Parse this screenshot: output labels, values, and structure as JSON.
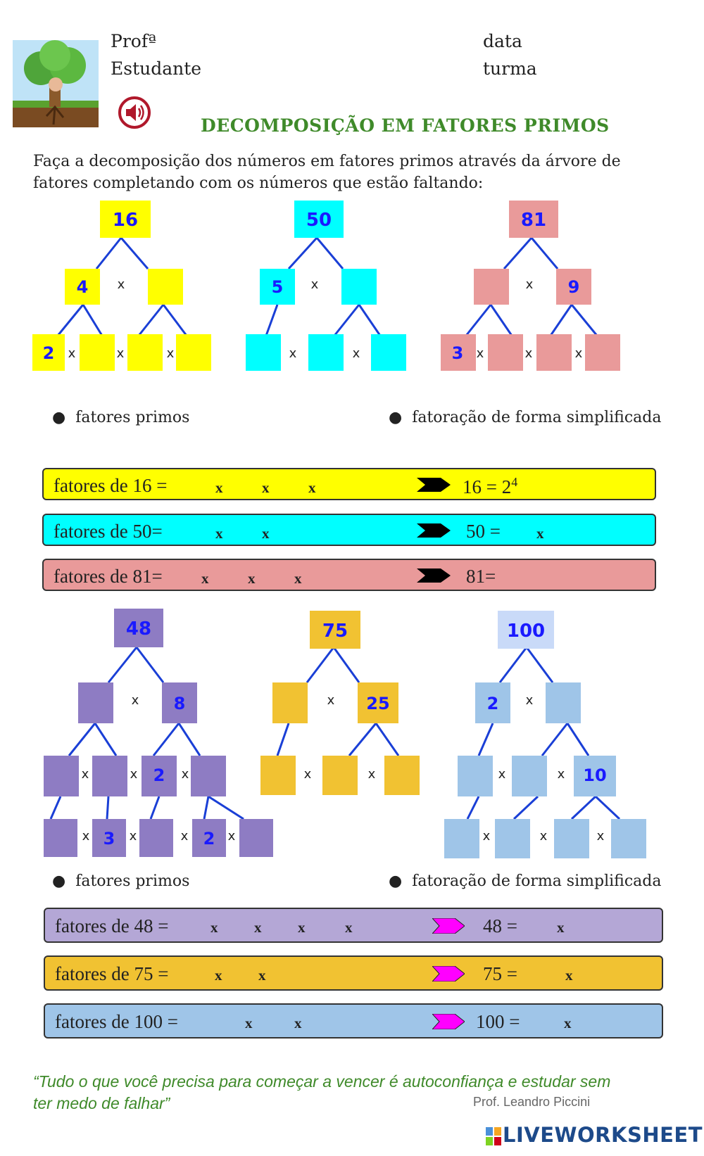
{
  "header": {
    "teacher_label": "Profª",
    "student_label": "Estudante",
    "date_label": "data",
    "class_label": "turma",
    "title": "DECOMPOSIÇÃO EM FATORES PRIMOS",
    "speaker_icon": "speaker-icon",
    "logo_icon": "tree-avatar-icon"
  },
  "instructions": {
    "line1": "Faça a decomposição dos números em fatores primos através da árvore de",
    "line2": "fatores completando com os números que estão faltando:"
  },
  "section1": {
    "legend": {
      "left": "fatores primos",
      "right": "fatoração de forma simplificada"
    },
    "trees": [
      {
        "root": "16",
        "left": "4",
        "leaf1": "2"
      },
      {
        "root": "50",
        "left": "5"
      },
      {
        "root": "81",
        "right": "9",
        "leaf1": "3"
      }
    ],
    "rows": [
      {
        "label": "fatores  de 16 =",
        "simplified": "16 =  2",
        "exponent": "4"
      },
      {
        "label": "fatores de 50=",
        "simplified": "50 ="
      },
      {
        "label": "fatores de 81=",
        "simplified": "81="
      }
    ]
  },
  "section2": {
    "legend": {
      "left": "fatores primos",
      "right": "fatoração de forma simplificada"
    },
    "trees": [
      {
        "root": "48",
        "right": "8",
        "l2c": "2",
        "l3b": "3",
        "l3d": "2"
      },
      {
        "root": "75",
        "right": "25"
      },
      {
        "root": "100",
        "left": "2",
        "l2c": "10"
      }
    ],
    "rows": [
      {
        "label": "fatores de 48 =",
        "simplified": "48 ="
      },
      {
        "label": "fatores de 75 =",
        "simplified": "75 ="
      },
      {
        "label": "fatores de 100 =",
        "simplified": "100 ="
      }
    ]
  },
  "times": "x",
  "colors": {
    "yellow": "#ffff00",
    "cyan": "#00ffff",
    "pink": "#e99a9a",
    "purple": "#8e7cc3",
    "purple_light": "#b4a7d6",
    "gold": "#f1c232",
    "blue_light": "#9fc5e8",
    "blue_root": "#c9daf8",
    "number_blue": "#1a1aff",
    "title_green": "#3f8a2a",
    "arrow_black": "#000000",
    "arrow_magenta": "#ff00ff"
  },
  "footer": {
    "quote_line1": "“Tudo o que você precisa para começar a vencer é autoconfiança e estudar sem",
    "quote_line2": "ter medo de falhar”",
    "author": "Prof. Leandro Piccini",
    "brand": "LIVEWORKSHEETS"
  }
}
